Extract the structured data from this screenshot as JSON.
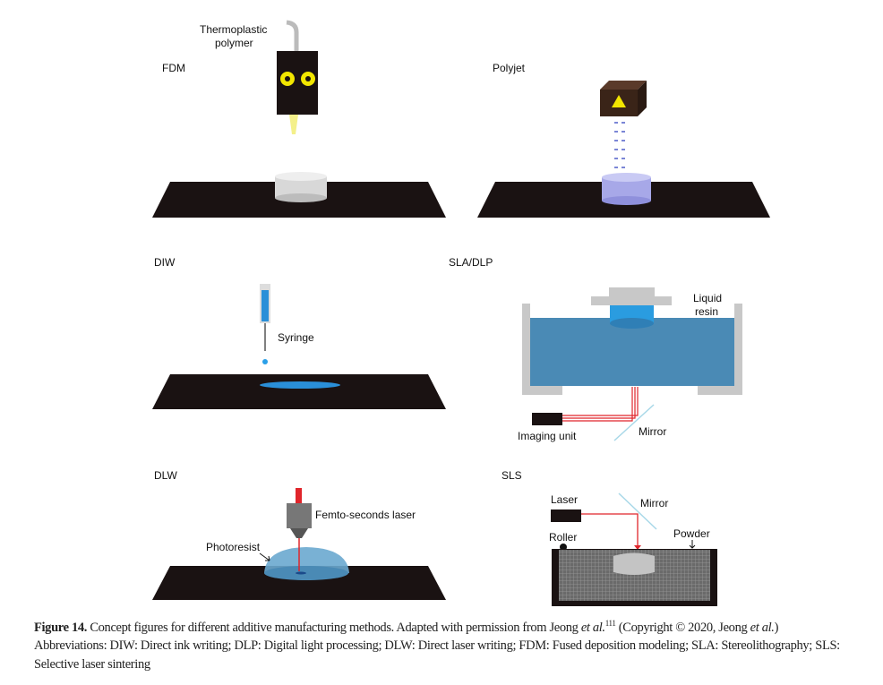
{
  "panels": {
    "fdm": {
      "title": "FDM",
      "label_line1": "Thermoplastic",
      "label_line2": "polymer"
    },
    "polyjet": {
      "title": "Polyjet"
    },
    "diw": {
      "title": "DIW",
      "syringe": "Syringe"
    },
    "sla": {
      "title": "SLA/DLP",
      "resin_line1": "Liquid",
      "resin_line2": "resin",
      "imaging_unit": "Imaging unit",
      "mirror": "Mirror"
    },
    "dlw": {
      "title": "DLW",
      "laser": "Femto-seconds laser",
      "photoresist": "Photoresist"
    },
    "sls": {
      "title": "SLS",
      "laser": "Laser",
      "mirror": "Mirror",
      "roller": "Roller",
      "powder": "Powder"
    }
  },
  "caption": {
    "label": "Figure 14.",
    "text1": " Concept figures for different additive manufacturing methods. Adapted with permission from Jeong ",
    "etal": "et al.",
    "ref": "111",
    "text2": " (Copyright © 2020, Jeong ",
    "etal2": "et al.",
    "text3": ")",
    "abbreviations": "Abbreviations: DIW: Direct ink writing; DLP: Digital light processing; DLW: Direct laser writing; FDM: Fused deposition modeling; SLA: Stereolithography; SLS: Selective laser sintering"
  },
  "colors": {
    "platform": "#1a1212",
    "resin": "#4a8ab5",
    "laser": "#e0252b",
    "nozzle_yellow": "#f2e600"
  }
}
